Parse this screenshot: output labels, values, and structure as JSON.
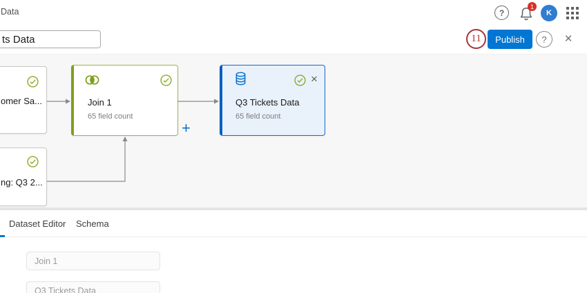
{
  "app": {
    "breadcrumb": "Data",
    "help_label": "?",
    "notification_count": "1",
    "avatar_initial": "K"
  },
  "toolbar": {
    "title_value": "ts Data",
    "annotation_number": "11",
    "publish_label": "Publish",
    "help_label": "?",
    "close_label": "×"
  },
  "canvas": {
    "add_node_label": "+",
    "nodes": [
      {
        "title": "omer Sa..."
      },
      {
        "title": "Join 1",
        "subtitle": "65 field count"
      },
      {
        "title": "Q3 Tickets Data",
        "subtitle": "65 field count",
        "close_label": "×"
      },
      {
        "title": "ng: Q3 2..."
      }
    ]
  },
  "panel": {
    "tabs": [
      {
        "label": "Dataset Editor"
      },
      {
        "label": "Schema"
      }
    ],
    "fields": [
      {
        "value": "Join 1"
      },
      {
        "value": "Q3 Tickets Data"
      }
    ]
  },
  "colors": {
    "accent_blue": "#0176d3",
    "node_green": "#7f9f1c",
    "node_blue": "#0b72d0",
    "badge_red": "#d93025",
    "annotation_red": "#a93434",
    "avatar_blue": "#2e7dd1"
  }
}
